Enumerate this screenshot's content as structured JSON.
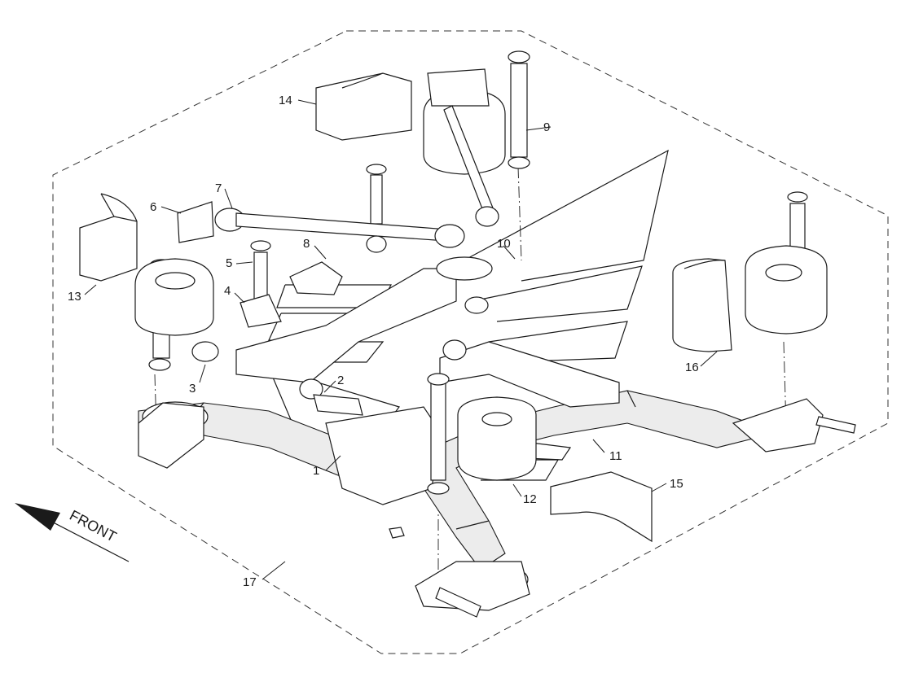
{
  "diagram": {
    "front_label": "FRONT",
    "callouts": {
      "c1": "1",
      "c2": "2",
      "c3": "3",
      "c4": "4",
      "c5": "5",
      "c6": "6",
      "c7": "7",
      "c8": "8",
      "c9": "9",
      "c10": "10",
      "c11": "11",
      "c12": "12",
      "c13": "13",
      "c14": "14",
      "c15": "15",
      "c16": "16",
      "c17": "17"
    }
  },
  "colors": {
    "line": "#1a1a1a",
    "background": "#ffffff",
    "shade": "#ececec"
  }
}
